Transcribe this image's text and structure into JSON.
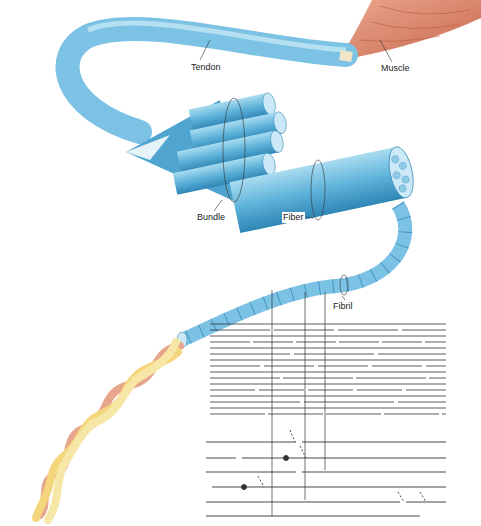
{
  "diagram": {
    "labels": [
      "Tendon",
      "Muscle",
      "Bundle",
      "Fiber",
      "Fibril"
    ]
  }
}
